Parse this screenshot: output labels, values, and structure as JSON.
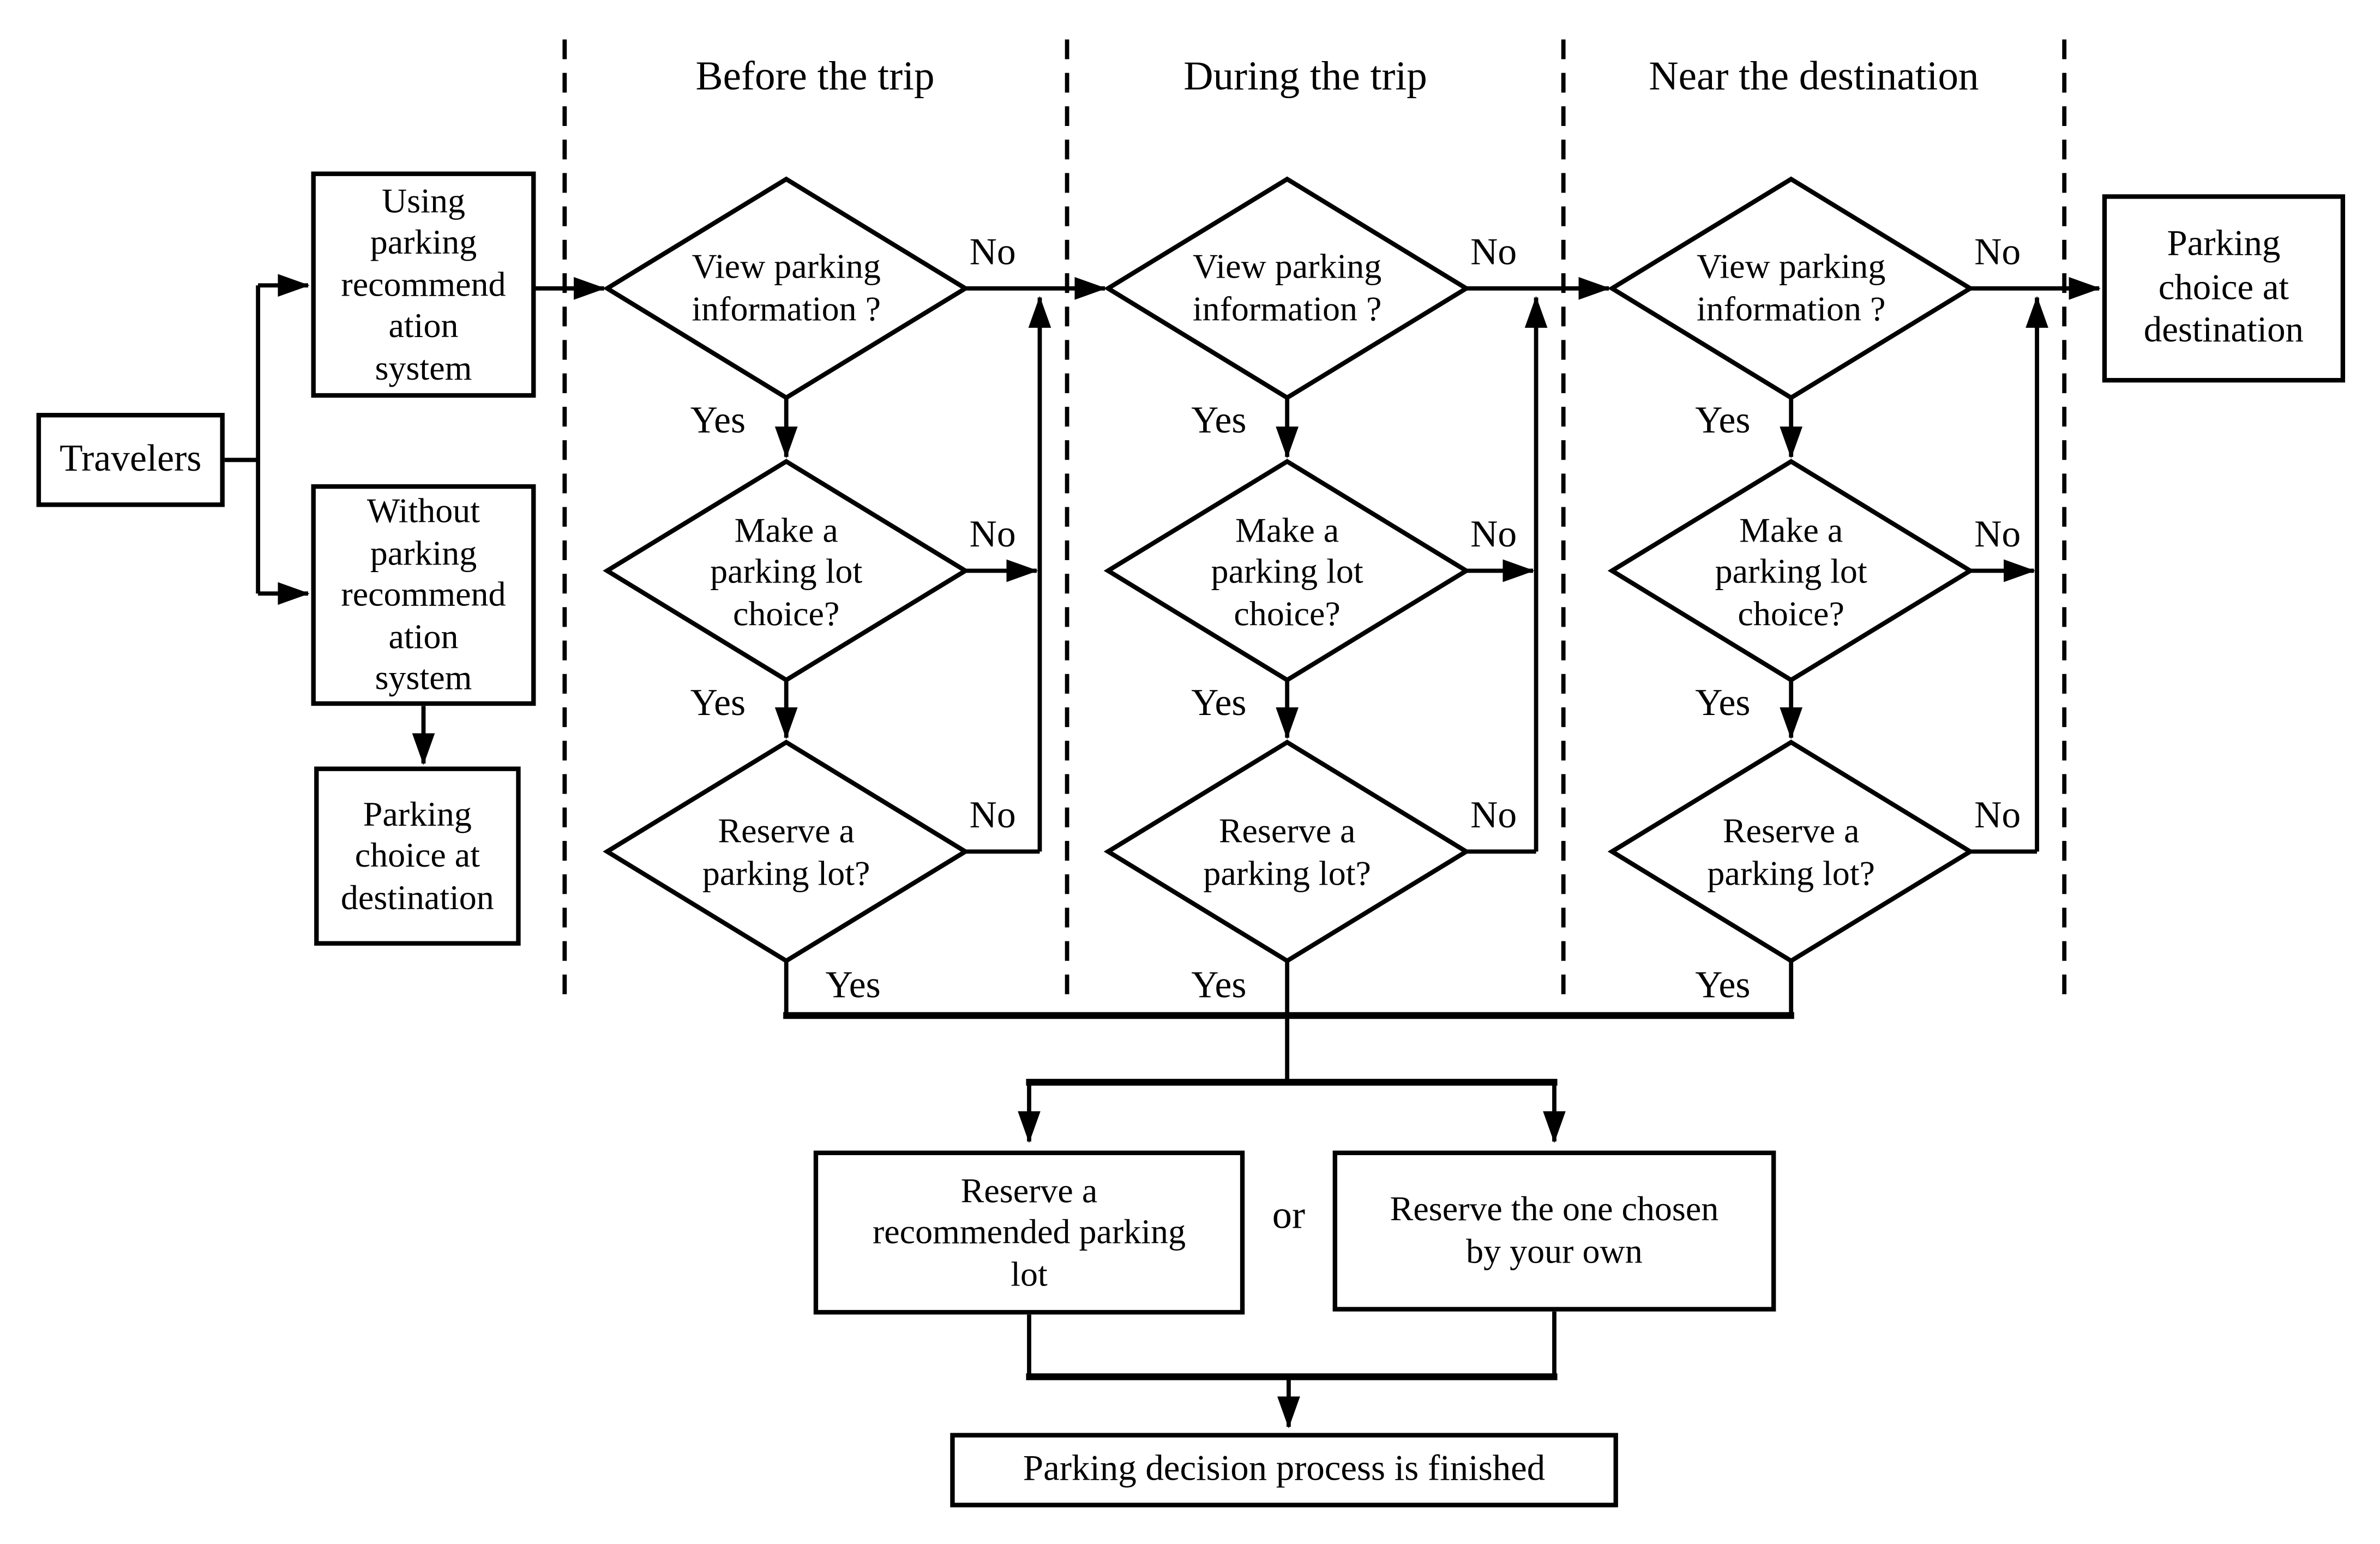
{
  "diagram": {
    "phase_headers": {
      "before": "Before the trip",
      "during": "During the trip",
      "near": "Near the destination"
    },
    "nodes": {
      "travelers": "Travelers",
      "using_system": "Using\nparking\nrecommend\nation\nsystem",
      "without_system": "Without\nparking\nrecommend\nation\nsystem",
      "parking_choice": "Parking\nchoice at\ndestination",
      "view_info": "View parking\ninformation ?",
      "make_choice": "Make a\nparking lot\nchoice?",
      "reserve_lot": "Reserve a\nparking lot?",
      "reserve_recommended": "Reserve a\nrecommended parking\nlot",
      "or": "or",
      "reserve_own": "Reserve the one chosen\nby your own",
      "finished": "Parking decision process is finished"
    },
    "branch_labels": {
      "yes": "Yes",
      "no": "No"
    },
    "colors": {
      "line": "#000000",
      "background": "#ffffff"
    }
  }
}
